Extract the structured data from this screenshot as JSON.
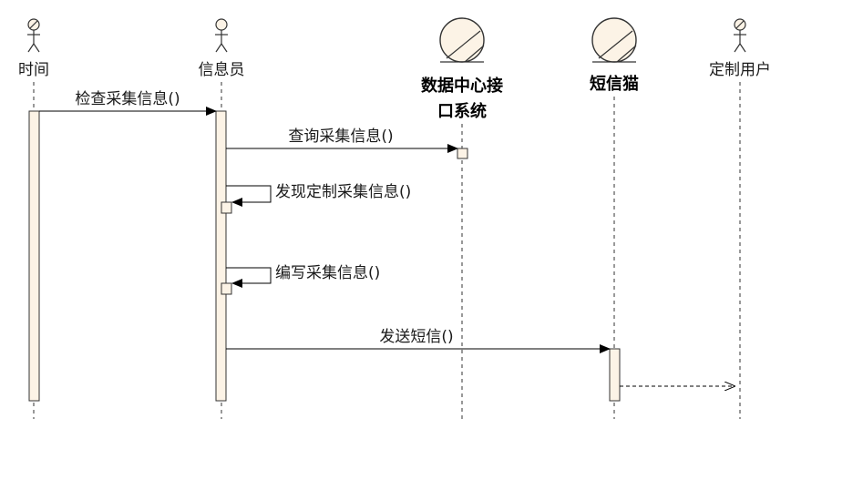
{
  "participants": [
    {
      "id": "time",
      "kind": "actor",
      "label": "时间"
    },
    {
      "id": "info_clerk",
      "kind": "actor",
      "label": "信息员"
    },
    {
      "id": "data_center",
      "kind": "entity",
      "label_line1": "数据中心接",
      "label_line2": "口系统"
    },
    {
      "id": "sms_cat",
      "kind": "entity",
      "label": "短信猫"
    },
    {
      "id": "subscriber",
      "kind": "actor",
      "label": "定制用户"
    }
  ],
  "messages": [
    {
      "id": "m1",
      "label": "检查采集信息()",
      "from": "time",
      "to": "info_clerk",
      "style": "sync"
    },
    {
      "id": "m2",
      "label": "查询采集信息()",
      "from": "info_clerk",
      "to": "data_center",
      "style": "sync"
    },
    {
      "id": "m3",
      "label": "发现定制采集信息()",
      "from": "info_clerk",
      "to": "info_clerk",
      "style": "self"
    },
    {
      "id": "m4",
      "label": "编写采集信息()",
      "from": "info_clerk",
      "to": "info_clerk",
      "style": "self"
    },
    {
      "id": "m5",
      "label": "发送短信()",
      "from": "info_clerk",
      "to": "sms_cat",
      "style": "sync"
    },
    {
      "id": "m6",
      "label": "",
      "from": "sms_cat",
      "to": "subscriber",
      "style": "return"
    }
  ]
}
